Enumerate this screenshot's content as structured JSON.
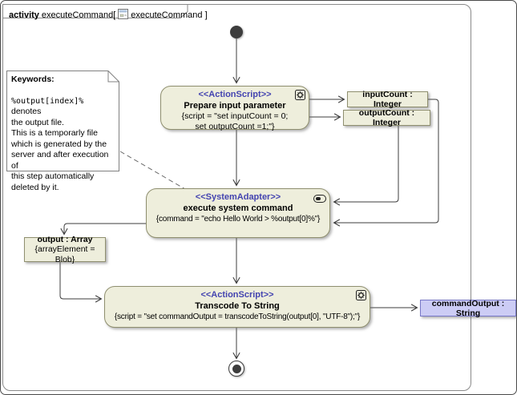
{
  "frame": {
    "tab": {
      "keyword": "activity",
      "before_icon": "executeCommand[",
      "after_icon": "executeCommand ]"
    }
  },
  "note": {
    "title": "Keywords:",
    "code": "%output[index]%",
    "text": " denotes\nthe output file.\nThis is a temporarly file\nwhich is generated by the\nserver and after execution of\nthis step automatically\ndeleted by it."
  },
  "nodes": {
    "prepare": {
      "stereotype": "<<ActionScript>>",
      "name": "Prepare input parameter",
      "spec": "{script = \"set inputCount = 0;\nset outputCount =1;\"}"
    },
    "execute": {
      "stereotype": "<<SystemAdapter>>",
      "name": "execute system command",
      "spec": "{command = \"echo Hello World > %output[0]%\"}"
    },
    "transcode": {
      "stereotype": "<<ActionScript>>",
      "name": "Transcode To String",
      "spec": "{script = \"set commandOutput = transcodeToString(output[0], \"UTF-8\");\"}"
    },
    "input_count": {
      "label": "inputCount : Integer"
    },
    "output_count": {
      "label": "outputCount : Integer"
    },
    "output_array": {
      "label": "output : Array",
      "spec": "{arrayElement = Blob}"
    },
    "command_output": {
      "label": "commandOutput : String"
    }
  },
  "icons": {
    "gear": "script-gear-icon",
    "adapter": "system-adapter-icon",
    "diagram": "activity-diagram-icon"
  },
  "colors": {
    "node_fill": "#eeeedc",
    "node_border": "#8f8f6f",
    "stereotype_text": "#4343b0",
    "parameter_fill": "#ccccf5",
    "parameter_border": "#7878c8",
    "edge": "#3d3d3d",
    "frame_border": "#8a8a8a"
  }
}
